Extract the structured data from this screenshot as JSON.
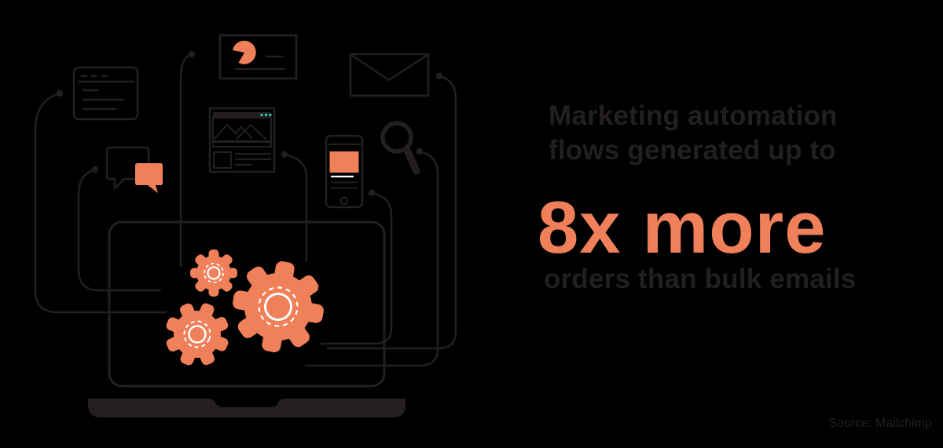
{
  "headline": {
    "line1": "Marketing automation",
    "line2": "flows generated up to"
  },
  "highlight": "8x more",
  "subline": "orders than bulk emails",
  "source": "Source: Mailchimp",
  "colors": {
    "background": "#000000",
    "ink": "#231F20",
    "accent_orange": "#F0805A",
    "teal_dots": "#2BBFA4",
    "white": "#FFFFFF"
  },
  "illustration": {
    "description": "Laptop with orange gears connected by flow lines to marketing channel icons",
    "icons": [
      "browser-window-icon",
      "chat-bubbles-icon",
      "pie-chart-card-icon",
      "image-post-card-icon",
      "envelope-icon",
      "smartphone-icon",
      "magnifying-glass-icon",
      "gears-icon",
      "laptop-icon"
    ]
  }
}
